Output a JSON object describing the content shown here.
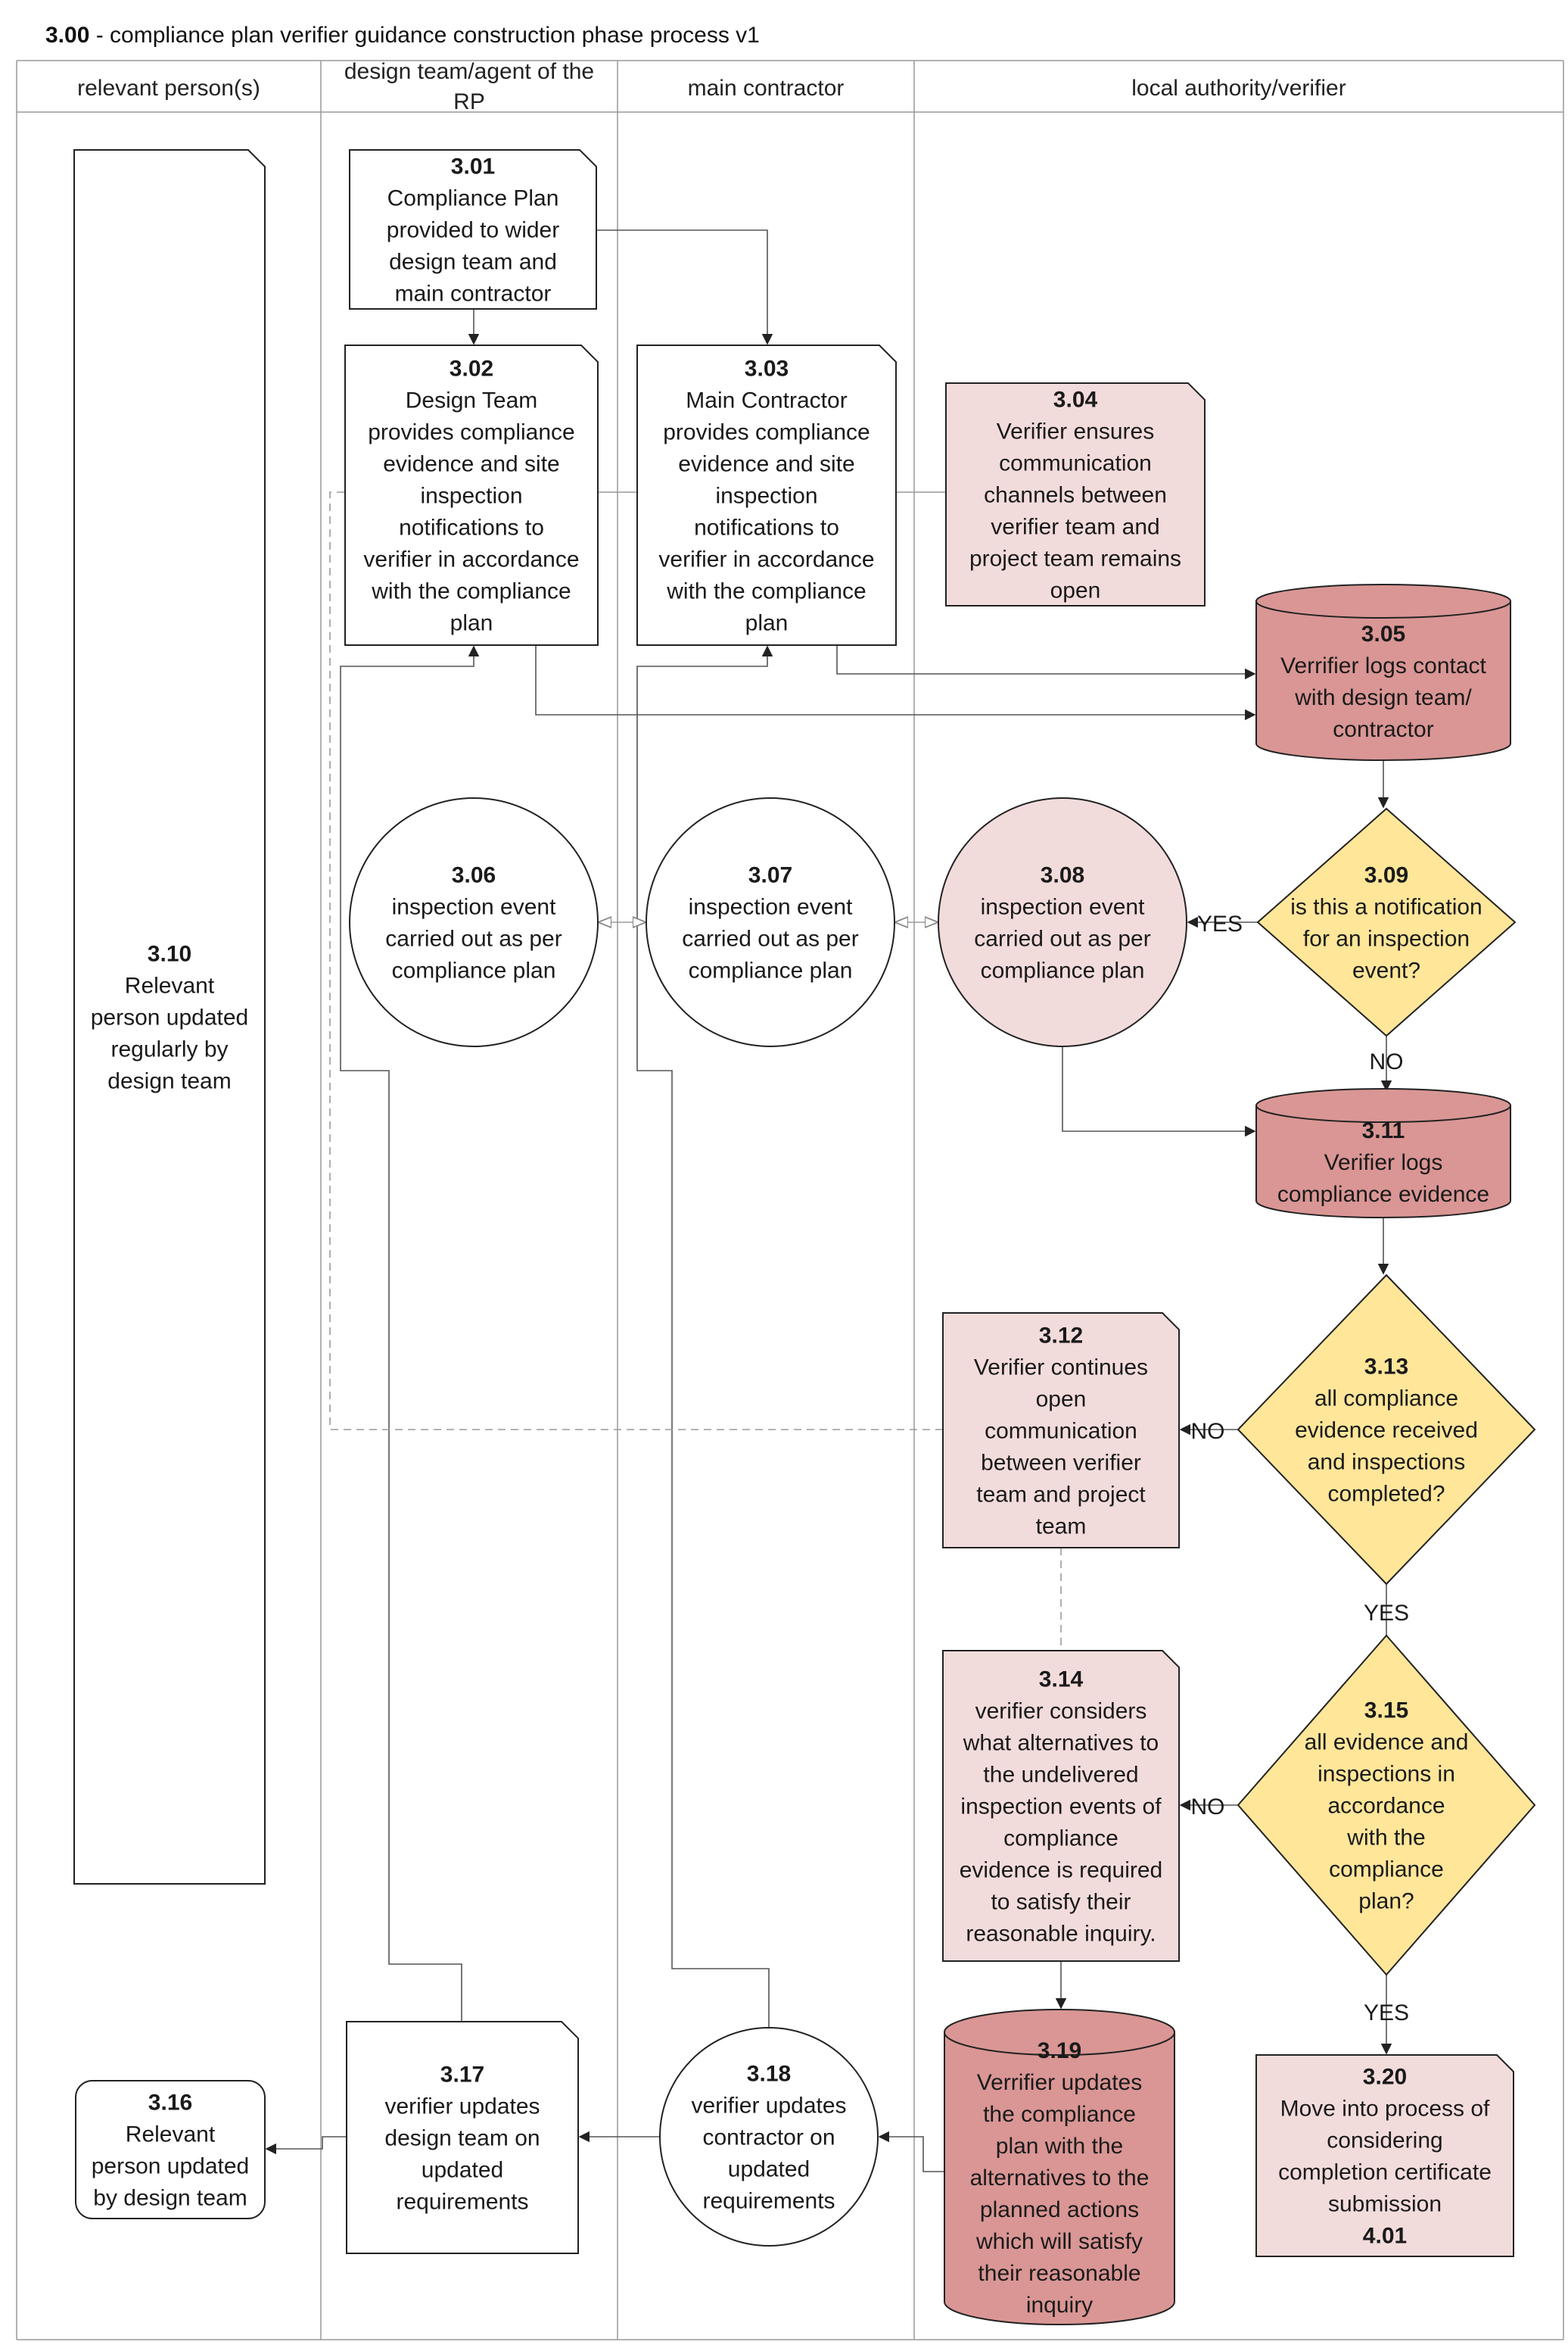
{
  "title": {
    "number": "3.00",
    "text": " - compliance plan verifier guidance construction phase process v1"
  },
  "lanes": [
    {
      "id": "rp",
      "lines": [
        "relevant person(s)"
      ]
    },
    {
      "id": "dt",
      "lines": [
        "design team/agent of the",
        "RP"
      ]
    },
    {
      "id": "mc",
      "lines": [
        "main contractor"
      ]
    },
    {
      "id": "la",
      "lines": [
        "local authority/verifier"
      ]
    }
  ],
  "colors": {
    "line": "#555555",
    "light_pink": "#f2dcdb",
    "dark_pink": "#d99694",
    "yellow": "#ffe699",
    "white": "#ffffff"
  },
  "nodes": [
    {
      "id": "3.01",
      "shape": "document",
      "fill": "white",
      "lines": [
        "Compliance Plan",
        "provided to wider",
        "design team and",
        "main contractor"
      ]
    },
    {
      "id": "3.02",
      "shape": "document",
      "fill": "white",
      "lines": [
        "Design Team",
        "provides compliance",
        "evidence and site",
        "inspection",
        "notifications to",
        "verifier in accordance",
        "with the compliance",
        "plan"
      ]
    },
    {
      "id": "3.03",
      "shape": "document",
      "fill": "white",
      "lines": [
        "Main Contractor",
        "provides compliance",
        "evidence and site",
        "inspection",
        "notifications to",
        "verifier in accordance",
        "with the compliance",
        "plan"
      ]
    },
    {
      "id": "3.04",
      "shape": "document",
      "fill": "light_pink",
      "lines": [
        "Verifier ensures",
        "communication",
        "channels between",
        "verifier team and",
        "project team remains",
        "open"
      ]
    },
    {
      "id": "3.05",
      "shape": "cylinder",
      "fill": "dark_pink",
      "lines": [
        "Verrifier logs contact",
        "with design team/",
        "contractor"
      ]
    },
    {
      "id": "3.06",
      "shape": "circle",
      "fill": "white",
      "lines": [
        "inspection event",
        "carried out as per",
        "compliance plan"
      ]
    },
    {
      "id": "3.07",
      "shape": "circle",
      "fill": "white",
      "lines": [
        "inspection event",
        "carried out as per",
        "compliance plan"
      ]
    },
    {
      "id": "3.08",
      "shape": "circle",
      "fill": "light_pink",
      "lines": [
        "inspection event",
        "carried out as per",
        "compliance plan"
      ]
    },
    {
      "id": "3.09",
      "shape": "diamond",
      "fill": "yellow",
      "lines": [
        "is this a notification",
        "for an inspection",
        "event?"
      ]
    },
    {
      "id": "3.10",
      "shape": "document-tall",
      "fill": "white",
      "lines": [
        "Relevant",
        "person updated",
        "regularly by",
        "design team"
      ]
    },
    {
      "id": "3.11",
      "shape": "cylinder",
      "fill": "dark_pink",
      "lines": [
        "Verifier logs",
        "compliance evidence"
      ]
    },
    {
      "id": "3.12",
      "shape": "document",
      "fill": "light_pink",
      "lines": [
        "Verifier continues",
        "open",
        "communication",
        "between verifier",
        "team and project",
        "team"
      ]
    },
    {
      "id": "3.13",
      "shape": "diamond",
      "fill": "yellow",
      "lines": [
        "all compliance",
        "evidence received",
        "and inspections",
        "completed?"
      ]
    },
    {
      "id": "3.14",
      "shape": "document",
      "fill": "light_pink",
      "lines": [
        "verifier considers",
        "what alternatives to",
        "the undelivered",
        "inspection events of",
        "compliance",
        "evidence is required",
        "to satisfy their",
        "reasonable inquiry."
      ]
    },
    {
      "id": "3.15",
      "shape": "diamond",
      "fill": "yellow",
      "lines": [
        "all evidence and",
        "inspections in",
        "accordance",
        "with the",
        "compliance",
        "plan?"
      ]
    },
    {
      "id": "3.16",
      "shape": "rounded",
      "fill": "white",
      "lines": [
        "Relevant",
        "person updated",
        "by design team"
      ]
    },
    {
      "id": "3.17",
      "shape": "document",
      "fill": "white",
      "lines": [
        "verifier updates",
        "design team on",
        "updated",
        "requirements"
      ]
    },
    {
      "id": "3.18",
      "shape": "circle",
      "fill": "white",
      "lines": [
        "verifier updates",
        "contractor on",
        "updated",
        "requirements"
      ]
    },
    {
      "id": "3.19",
      "shape": "cylinder",
      "fill": "dark_pink",
      "lines": [
        "Verrifier updates",
        "the compliance",
        "plan with the",
        "alternatives to the",
        "planned actions",
        "which will satisfy",
        "their reasonable",
        "inquiry"
      ]
    },
    {
      "id": "3.20",
      "shape": "document",
      "fill": "light_pink",
      "lines": [
        "Move into process of",
        "considering",
        "completion certificate",
        "submission"
      ],
      "footer": "4.01"
    }
  ],
  "labels": {
    "yes_309": "YES",
    "no_309": "NO",
    "no_313": "NO",
    "yes_313": "YES",
    "no_315": "NO",
    "yes_315": "YES"
  }
}
